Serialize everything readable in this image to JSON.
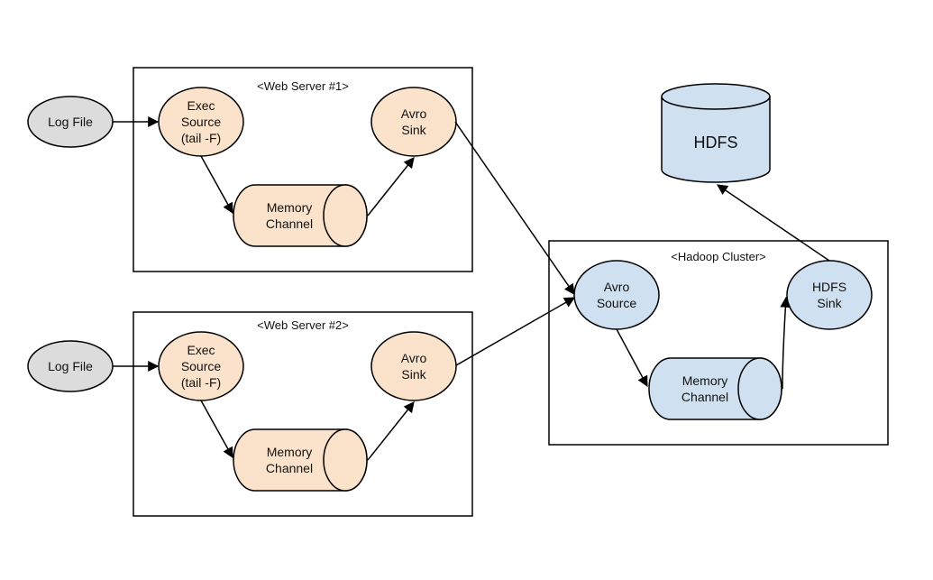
{
  "colors": {
    "log_fill": "#dcdcdc",
    "web_fill": "#fbe3cb",
    "hadoop_fill": "#cfe0f1",
    "stroke": "#000000"
  },
  "web_server_1": {
    "title": "<Web Server #1>",
    "log_file": "Log File",
    "exec_source": [
      "Exec",
      "Source",
      "(tail -F)"
    ],
    "memory_channel": [
      "Memory",
      "Channel"
    ],
    "avro_sink": [
      "Avro",
      "Sink"
    ]
  },
  "web_server_2": {
    "title": "<Web Server #2>",
    "log_file": "Log File",
    "exec_source": [
      "Exec",
      "Source",
      "(tail -F)"
    ],
    "memory_channel": [
      "Memory",
      "Channel"
    ],
    "avro_sink": [
      "Avro",
      "Sink"
    ]
  },
  "hadoop_cluster": {
    "title": "<Hadoop Cluster>",
    "avro_source": [
      "Avro",
      "Source"
    ],
    "memory_channel": [
      "Memory",
      "Channel"
    ],
    "hdfs_sink": [
      "HDFS",
      "Sink"
    ]
  },
  "hdfs": {
    "label": "HDFS"
  }
}
